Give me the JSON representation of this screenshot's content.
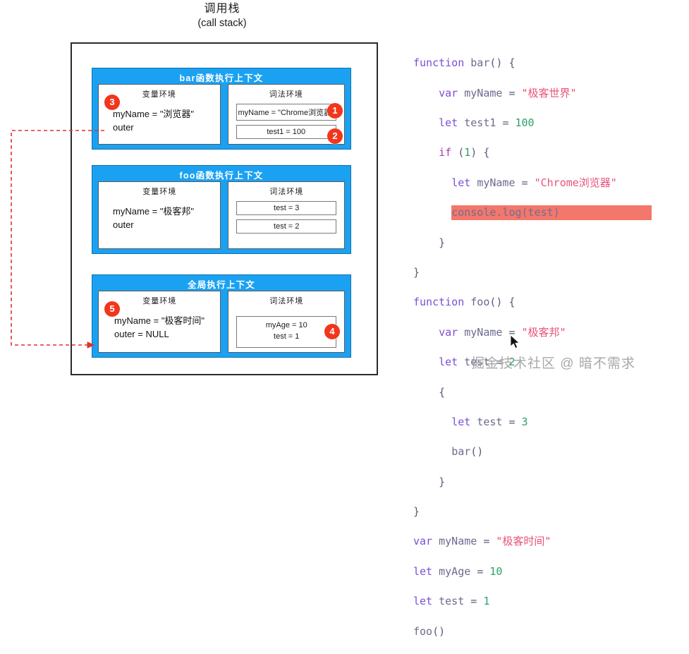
{
  "diagram": {
    "title_cn": "调用栈",
    "title_en": "(call stack)",
    "contexts": [
      {
        "id": "bar",
        "title": "bar函数执行上下文",
        "variable_environment": {
          "title": "变量环境",
          "badge": "3",
          "lines": [
            "myName = \"浏览器\"",
            "outer"
          ]
        },
        "lexical_environment": {
          "title": "词法环境",
          "slots": [
            {
              "text": "myName = \"Chrome浏览器\"",
              "badge": "1"
            },
            {
              "text": "test1 = 100",
              "badge": "2"
            }
          ]
        }
      },
      {
        "id": "foo",
        "title": "foo函数执行上下文",
        "variable_environment": {
          "title": "变量环境",
          "badge": "",
          "lines": [
            "myName = \"极客邦\"",
            "outer"
          ]
        },
        "lexical_environment": {
          "title": "词法环境",
          "slots": [
            {
              "text": "test = 3",
              "badge": ""
            },
            {
              "text": "test = 2",
              "badge": ""
            }
          ]
        }
      },
      {
        "id": "global",
        "title": "全局执行上下文",
        "variable_environment": {
          "title": "变量环境",
          "badge": "5",
          "lines": [
            "myName = \"极客时间\"",
            "outer = NULL"
          ]
        },
        "lexical_environment": {
          "title": "词法环境",
          "slots": [
            {
              "line1": "myAge = 10",
              "line2": "test = 1",
              "badge": "4"
            }
          ]
        }
      }
    ],
    "outer_link_color": "#e03131"
  },
  "code": {
    "lines": [
      "function bar() {",
      "    var myName = \"极客世界\"",
      "    let test1 = 100",
      "    if (1) {",
      "      let myName = \"Chrome浏览器\"",
      "      console.log(test)",
      "    }",
      "}",
      "function foo() {",
      "    var myName = \"极客邦\"",
      "    let test = 2",
      "    {",
      "      let test = 3",
      "      bar()",
      "    }",
      "}",
      "var myName = \"极客时间\"",
      "let myAge = 10",
      "let test = 1",
      "foo()"
    ],
    "highlighted_line": "console.log(test)",
    "highlight_color": "#f3776a"
  },
  "watermark": "掘金技术社区 @ 暗不需求"
}
